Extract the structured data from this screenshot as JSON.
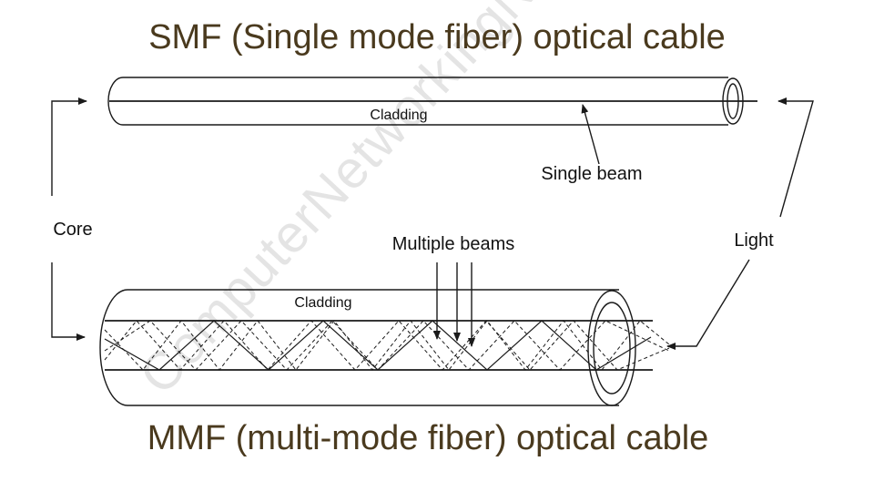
{
  "titles": {
    "smf": "SMF (Single mode fiber) optical cable",
    "mmf": "MMF (multi-mode fiber) optical cable"
  },
  "labels": {
    "smf_cladding": "Cladding",
    "mmf_cladding": "Cladding",
    "single_beam": "Single beam",
    "multiple_beams": "Multiple beams",
    "core": "Core",
    "light": "Light"
  },
  "watermark": "ComputerNetworkingNotes",
  "colors": {
    "title": "#4a3a1e",
    "line": "#1a1a1a",
    "watermark": "#e4e4e4"
  }
}
